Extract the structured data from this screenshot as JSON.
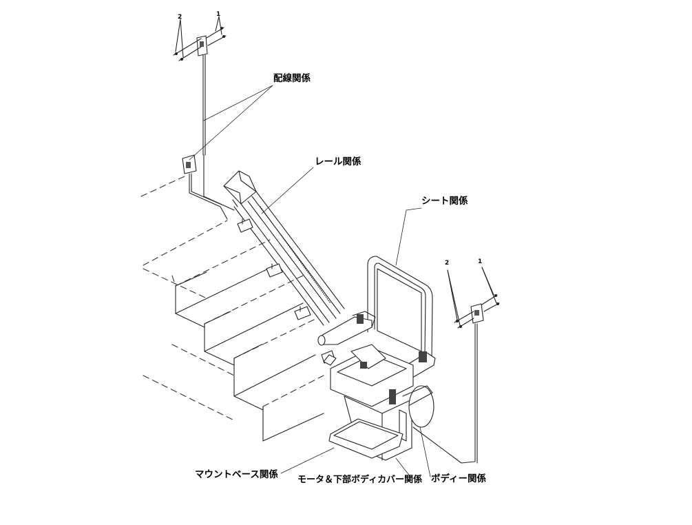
{
  "labels": {
    "wiring": "配線関係",
    "rail": "レール関係",
    "seat": "シート関係",
    "mount_base": "マウントベース関係",
    "motor_body_cover": "モータ＆下部ボディカバー関係",
    "body": "ボディー関係"
  },
  "callouts": {
    "top_left": "2",
    "top_right": "1",
    "right_left": "2",
    "right_right": "1"
  }
}
